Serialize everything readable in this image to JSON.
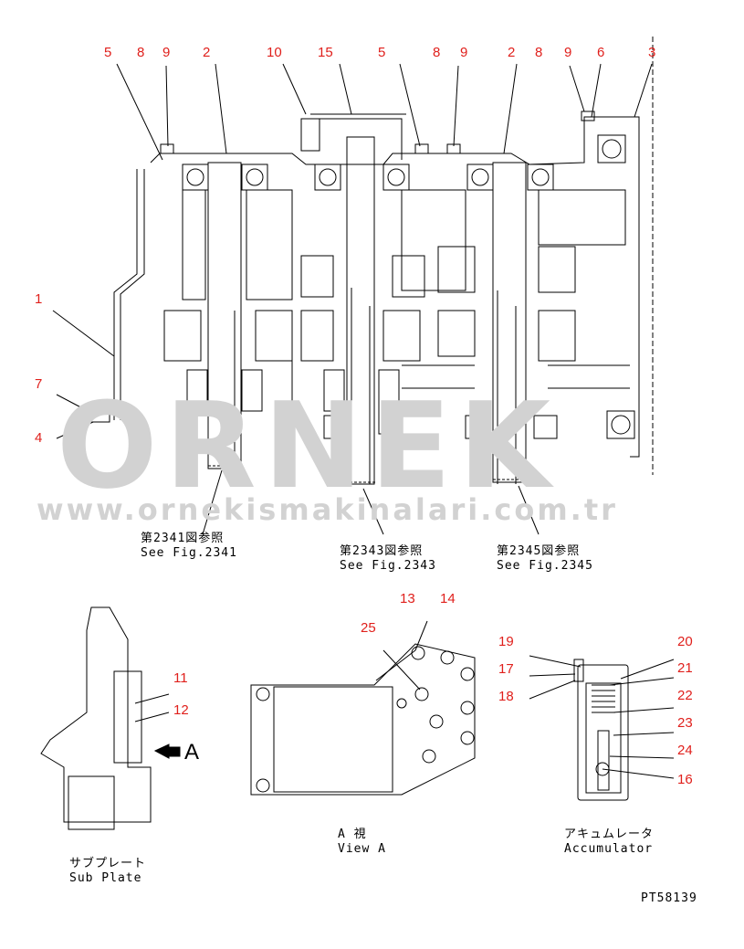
{
  "callouts": {
    "c5a": "5",
    "c8a": "8",
    "c9a": "9",
    "c2a": "2",
    "c10": "10",
    "c15": "15",
    "c5b": "5",
    "c8b": "8",
    "c9b": "9",
    "c2b": "2",
    "c8c": "8",
    "c9c": "9",
    "c6": "6",
    "c3": "3",
    "c1": "1",
    "c7": "7",
    "c4": "4",
    "c11": "11",
    "c12": "12",
    "c13": "13",
    "c14": "14",
    "c25": "25",
    "c19": "19",
    "c17": "17",
    "c18": "18",
    "c20": "20",
    "c21": "21",
    "c22": "22",
    "c23": "23",
    "c24": "24",
    "c16": "16"
  },
  "references": [
    {
      "jp": "第2341図参照",
      "en": "See Fig.2341"
    },
    {
      "jp": "第2343図参照",
      "en": "See Fig.2343"
    },
    {
      "jp": "第2345図参照",
      "en": "See Fig.2345"
    }
  ],
  "views": {
    "arrow_label": "A",
    "sub_plate": {
      "jp": "サブプレート",
      "en": "Sub Plate"
    },
    "view_a": {
      "jp": "A 視",
      "en": "View A"
    },
    "accumulator": {
      "jp": "アキュムレータ",
      "en": "Accumulator"
    }
  },
  "figure_id": "PT58139",
  "watermark": {
    "brand": "ORNEK",
    "url": "www.ornekismakinalari.com.tr"
  }
}
